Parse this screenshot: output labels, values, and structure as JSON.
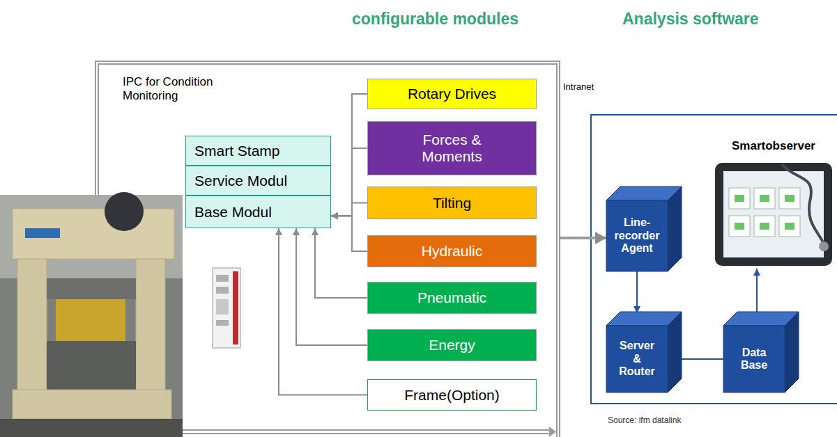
{
  "diagram": {
    "nodes": [
      {
        "text": [
          "IPC for Condition Monitoring"
        ]
      },
      {
        "text": [
          "Smart Stamp"
        ],
        "in": 0
      },
      {
        "text": [
          "Service Modul"
        ],
        "in": 0
      },
      {
        "text": [
          "Base Modul"
        ],
        "in": 0
      },
      {
        "text": [
          "Rotary Drives"
        ],
        "in": 0
      },
      {
        "text": [
          "Forces & Moments"
        ],
        "in": 0
      },
      {
        "text": [
          "Tilting"
        ],
        "in": 0
      },
      {
        "text": [
          "Hydraulic"
        ],
        "in": 0
      },
      {
        "text": [
          "Pneumatic"
        ],
        "in": 0
      },
      {
        "text": [
          "Energy"
        ],
        "in": 0
      },
      {
        "text": [
          "Frame(Option)"
        ],
        "in": 0
      },
      {
        "text": [
          "Smartobserver"
        ]
      },
      {
        "text": [
          "Line- recorder Agent"
        ]
      },
      {
        "text": [
          "Server & Router"
        ]
      },
      {
        "text": [
          "Data Base"
        ]
      }
    ],
    "edges": [
      {
        "from": 4,
        "to": 3,
        "arrow": "to"
      },
      {
        "from": 5,
        "to": 3,
        "arrow": "to"
      },
      {
        "from": 6,
        "to": 3,
        "arrow": "to"
      },
      {
        "from": 7,
        "to": 3,
        "arrow": "to"
      },
      {
        "from": 8,
        "to": 3,
        "arrow": "to"
      },
      {
        "from": 9,
        "to": 3,
        "arrow": "to"
      },
      {
        "from": 10,
        "to": 3,
        "arrow": "to"
      },
      {
        "from": 0,
        "to": 12,
        "arrow": "to"
      },
      {
        "from": 12,
        "to": 13,
        "arrow": "to"
      },
      {
        "from": 13,
        "to": 14,
        "arrow": "none"
      },
      {
        "from": 14,
        "to": 11,
        "arrow": "to"
      }
    ],
    "labels": [
      "configurable modules",
      "Analysis software",
      "Intranet",
      "Source: ifm datalink"
    ]
  }
}
